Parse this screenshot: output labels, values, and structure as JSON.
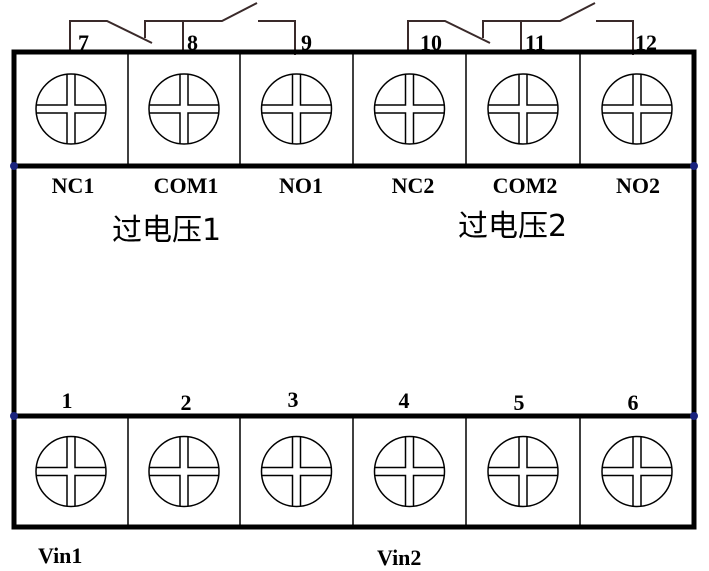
{
  "top_terminals": [
    {
      "number": "7",
      "label": "NC1"
    },
    {
      "number": "8",
      "label": "COM1"
    },
    {
      "number": "9",
      "label": "NO1"
    },
    {
      "number": "10",
      "label": "NC2"
    },
    {
      "number": "11",
      "label": "COM2"
    },
    {
      "number": "12",
      "label": "NO2"
    }
  ],
  "bottom_terminals": [
    {
      "number": "1"
    },
    {
      "number": "2"
    },
    {
      "number": "3"
    },
    {
      "number": "4"
    },
    {
      "number": "5"
    },
    {
      "number": "6"
    }
  ],
  "group_titles": [
    "过电压1",
    "过电压2"
  ],
  "input_labels": [
    "Vin1",
    "Vin2"
  ],
  "colors": {
    "line": "#000000",
    "dot": "#1a237e",
    "relay": "#3a2a2a"
  }
}
